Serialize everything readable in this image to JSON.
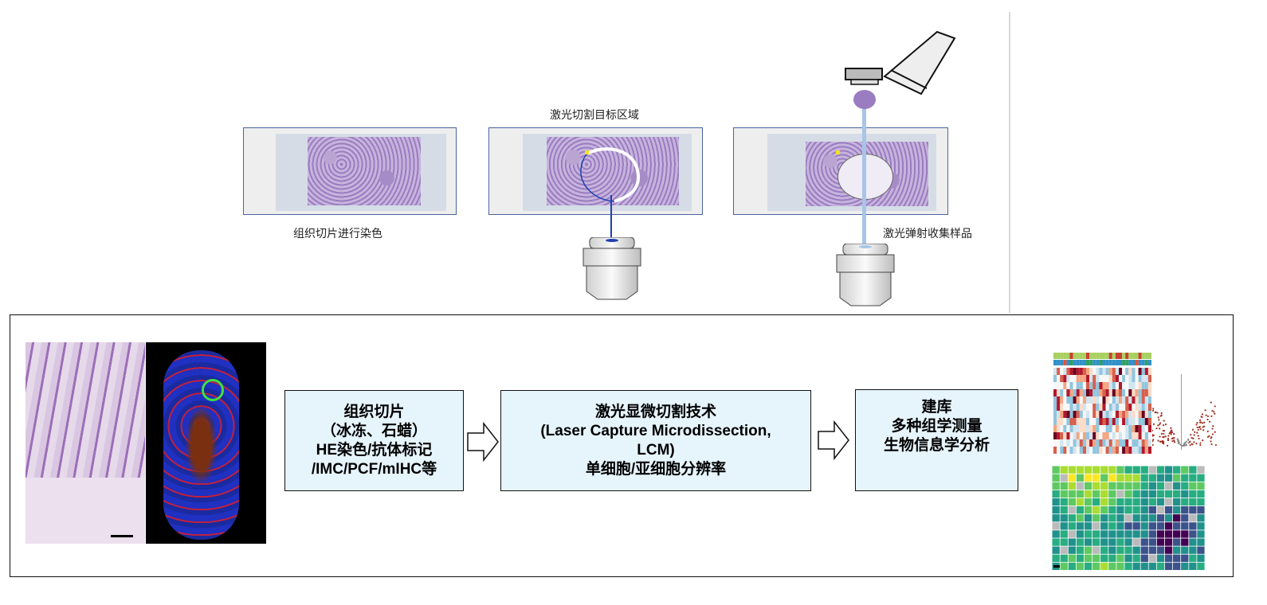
{
  "top": {
    "step1_caption": "组织切片进行染色",
    "step2_caption": "激光切割目标区域",
    "step3_caption": "激光弹射收集样品"
  },
  "workflow": {
    "box1": {
      "lines": [
        "组织切片",
        "（冰冻、石蜡）",
        "HE染色/抗体标记",
        "/IMC/PCF/mIHC等"
      ]
    },
    "box2": {
      "lines": [
        "激光显微切割技术",
        "(Laser Capture Microdissection,",
        "LCM)",
        "单细胞/亚细胞分辨率"
      ]
    },
    "box3": {
      "lines": [
        "建库",
        "多种组学测量",
        "生物信息学分析"
      ]
    }
  },
  "colors": {
    "box_fill": "#e6f4fc",
    "slide_border": "#4a64a0",
    "laser": "#2040b0",
    "laser_eject": "#a8c4e8"
  },
  "icons": [
    "microscope-objective-icon",
    "collection-tube-icon",
    "right-arrow-icon"
  ]
}
